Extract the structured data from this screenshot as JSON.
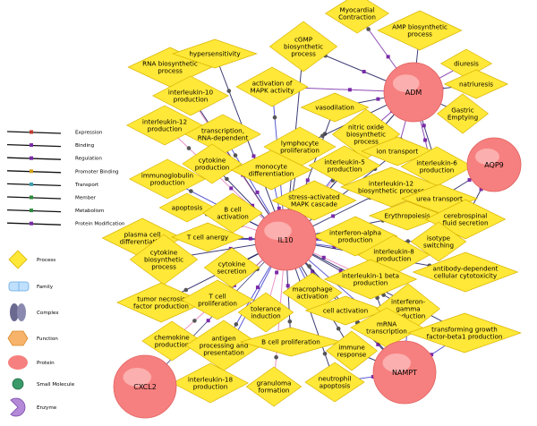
{
  "colors": {
    "process_fill": "#ffe838",
    "process_stroke": "#d9b400",
    "protein_fill": "#f6807f",
    "edge_dark": "#1a1a5c",
    "edge_blue": "#3d3dcc",
    "edge_pink": "#e680c0",
    "edge_purple": "#7a2aa8",
    "edge_teal": "#3aa0b0",
    "marker": "#7a2aa8"
  },
  "legend": {
    "edges": [
      {
        "label": "Expression",
        "color": "#c0392b"
      },
      {
        "label": "Binding",
        "color": "#7a2aa8"
      },
      {
        "label": "Regulation",
        "color": "#7a2aa8"
      },
      {
        "label": "Promoter Binding",
        "color": "#d4a017"
      },
      {
        "label": "Transport",
        "color": "#3aa0b0"
      },
      {
        "label": "Member",
        "color": "#2c8a3a"
      },
      {
        "label": "Metabolism",
        "color": "#2c8a3a"
      },
      {
        "label": "Protein Modification",
        "color": "#7a2aa8"
      }
    ],
    "shapes": [
      {
        "label": "Process",
        "shape": "process-diamond"
      },
      {
        "label": "Family",
        "shape": "family-icon"
      },
      {
        "label": "Complex",
        "shape": "complex-icon"
      },
      {
        "label": "Function",
        "shape": "function-icon"
      },
      {
        "label": "Protein",
        "shape": "protein-icon"
      },
      {
        "label": "Small Molecule",
        "shape": "small-molecule-icon"
      },
      {
        "label": "Enzyme",
        "shape": "enzyme-icon"
      }
    ]
  },
  "proteins": [
    {
      "id": "IL10",
      "label": "IL10"
    },
    {
      "id": "ADM",
      "label": "ADM"
    },
    {
      "id": "AQP9",
      "label": "AQP9"
    },
    {
      "id": "CXCL2",
      "label": "CXCL2"
    },
    {
      "id": "NAMPT",
      "label": "NAMPT"
    }
  ],
  "processes": [
    {
      "id": "p1",
      "lines": [
        "RNA biosynthetic",
        "process"
      ]
    },
    {
      "id": "p2",
      "lines": [
        "hypersensitivity"
      ]
    },
    {
      "id": "p3",
      "lines": [
        "cGMP",
        "biosynthetic",
        "process"
      ]
    },
    {
      "id": "p4",
      "lines": [
        "Myocardial",
        "Contraction"
      ]
    },
    {
      "id": "p5",
      "lines": [
        "AMP biosynthetic",
        "process"
      ]
    },
    {
      "id": "p6",
      "lines": [
        "diuresis"
      ]
    },
    {
      "id": "p7",
      "lines": [
        "natriuresis"
      ]
    },
    {
      "id": "p8",
      "lines": [
        "interleukin-10",
        "production"
      ]
    },
    {
      "id": "p9",
      "lines": [
        "activation of",
        "MAPK activity"
      ]
    },
    {
      "id": "p10",
      "lines": [
        "vasodilation"
      ]
    },
    {
      "id": "p11",
      "lines": [
        "interleukin-12",
        "production"
      ]
    },
    {
      "id": "p12",
      "lines": [
        "transcription,",
        "RNA-dependent"
      ]
    },
    {
      "id": "p13",
      "lines": [
        "nitric oxide",
        "biosynthetic",
        "process"
      ]
    },
    {
      "id": "p14",
      "lines": [
        "Gastric",
        "Emptying"
      ]
    },
    {
      "id": "p15",
      "lines": [
        "lymphocyte",
        "proliferation"
      ]
    },
    {
      "id": "p16",
      "lines": [
        "cytokine",
        "production"
      ]
    },
    {
      "id": "p17",
      "lines": [
        "monocyte",
        "differentiation"
      ]
    },
    {
      "id": "p18",
      "lines": [
        "interleukin-5",
        "production"
      ]
    },
    {
      "id": "p19",
      "lines": [
        "ion transport"
      ]
    },
    {
      "id": "p20",
      "lines": [
        "interleukin-6",
        "production"
      ]
    },
    {
      "id": "p21",
      "lines": [
        "immunoglobulin",
        "production"
      ]
    },
    {
      "id": "p22",
      "lines": [
        "stress-activated",
        "MAPK cascade"
      ]
    },
    {
      "id": "p23",
      "lines": [
        "interleukin-12",
        "biosynthetic process"
      ]
    },
    {
      "id": "p24",
      "lines": [
        "urea transport"
      ]
    },
    {
      "id": "p25",
      "lines": [
        "apoptosis"
      ]
    },
    {
      "id": "p26",
      "lines": [
        "B cell",
        "activation"
      ]
    },
    {
      "id": "p27",
      "lines": [
        "Erythropoiesis"
      ]
    },
    {
      "id": "p28",
      "lines": [
        "cerebrospinal",
        "fluid secretion"
      ]
    },
    {
      "id": "p29",
      "lines": [
        "plasma cell",
        "differentiation"
      ]
    },
    {
      "id": "p30",
      "lines": [
        "T cell anergy"
      ]
    },
    {
      "id": "p31",
      "lines": [
        "interferon-alpha",
        "production"
      ]
    },
    {
      "id": "p32",
      "lines": [
        "isotype",
        "switching"
      ]
    },
    {
      "id": "p33",
      "lines": [
        "cytokine",
        "biosynthetic",
        "process"
      ]
    },
    {
      "id": "p34",
      "lines": [
        "cytokine",
        "secretion"
      ]
    },
    {
      "id": "p35",
      "lines": [
        "interleukin-8",
        "production"
      ]
    },
    {
      "id": "p36",
      "lines": [
        "interleukin-1 beta",
        "production"
      ]
    },
    {
      "id": "p37",
      "lines": [
        "antibody-dependent",
        "cellular cytotoxicity"
      ]
    },
    {
      "id": "p38",
      "lines": [
        "macrophage",
        "activation"
      ]
    },
    {
      "id": "p39",
      "lines": [
        "tumor necrosis",
        "factor production"
      ]
    },
    {
      "id": "p40",
      "lines": [
        "T cell",
        "proliferation"
      ]
    },
    {
      "id": "p41",
      "lines": [
        "tolerance",
        "induction"
      ]
    },
    {
      "id": "p42",
      "lines": [
        "cell activation"
      ]
    },
    {
      "id": "p43",
      "lines": [
        "interferon-",
        "gamma",
        "production"
      ]
    },
    {
      "id": "p44",
      "lines": [
        "mRNA",
        "transcription"
      ]
    },
    {
      "id": "p45",
      "lines": [
        "transforming growth",
        "factor-beta1 production"
      ]
    },
    {
      "id": "p46",
      "lines": [
        "chemokine",
        "production"
      ]
    },
    {
      "id": "p47",
      "lines": [
        "antigen",
        "processing and",
        "presentation"
      ]
    },
    {
      "id": "p48",
      "lines": [
        "B cell proliferation"
      ]
    },
    {
      "id": "p49",
      "lines": [
        "immune",
        "response"
      ]
    },
    {
      "id": "p50",
      "lines": [
        "interleukin-18",
        "production"
      ]
    },
    {
      "id": "p51",
      "lines": [
        "granuloma",
        "formation"
      ]
    },
    {
      "id": "p52",
      "lines": [
        "neutrophil",
        "apoptosis"
      ]
    }
  ]
}
